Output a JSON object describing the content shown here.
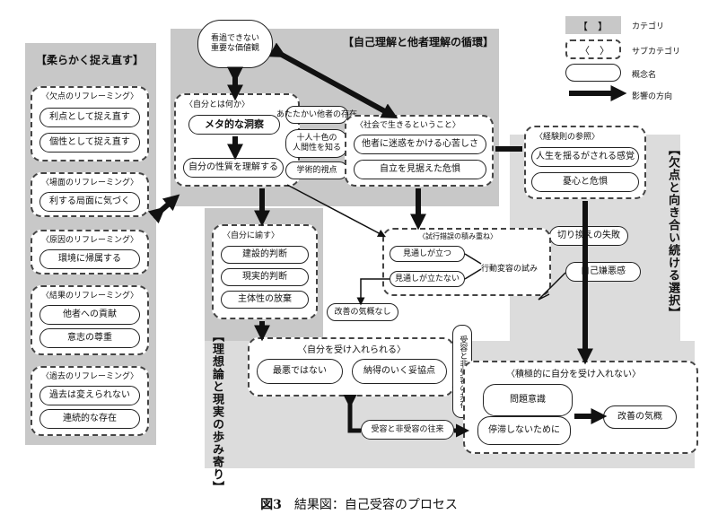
{
  "caption": {
    "fig": "図3",
    "text": "結果図：自己受容のプロセス"
  },
  "legend": {
    "category_symbol": "【　】",
    "category": "カテゴリ",
    "subcategory_symbol": "〈　〉",
    "subcategory": "サブカテゴリ",
    "concept": "概念名",
    "influence": "影響の方向"
  },
  "categories": {
    "reframe": "【柔らかく捉え直す】",
    "cycle": "【自己理解と他者理解の循環】",
    "confront": "【欠点と向き合い続ける選択】",
    "ideal": "【理想論と現実の歩み寄り】"
  },
  "reframe": {
    "sub1": "〈欠点のリフレーミング〉",
    "sub1_items": [
      "利点として捉え直す",
      "個性として捉え直す"
    ],
    "sub2": "〈場面のリフレーミング〉",
    "sub2_items": [
      "利する局面に気づく"
    ],
    "sub3": "〈原因のリフレーミング〉",
    "sub3_items": [
      "環境に帰属する"
    ],
    "sub4": "〈結果のリフレーミング〉",
    "sub4_items": [
      "他者への貢献",
      "意志の尊重"
    ],
    "sub5": "〈過去のリフレーミング〉",
    "sub5_items": [
      "過去は変えられない",
      "連続的な存在"
    ]
  },
  "cycle": {
    "unseen_value": "看過できない\n重要な価値観",
    "self_sub": "〈自分とは何か〉",
    "meta": "メタ的な洞察",
    "understand_self": "自分の性質を理解する",
    "warm_others": "あたたかい他者の存在",
    "diverse": "十人十色の\n人間性を知る",
    "academic": "学術的視点",
    "society_sub": "〈社会で生きるということ〉",
    "trouble_others": "他者に迷惑をかける心苦しさ",
    "independence": "自立を見据えた危惧"
  },
  "confront": {
    "experience_sub": "〈経験則の参照〉",
    "life_affected": "人生を揺るがされる感覚",
    "worry": "憂心と危惧",
    "switch_fail": "切り換えの失敗",
    "self_hatred": "自己嫌悪感"
  },
  "ideal": {
    "persuade_sub": "〈自分に諭す〉",
    "constructive": "建設的判断",
    "realistic": "現実的判断",
    "release": "主体性の放棄",
    "trial_sub": "〈試行錯誤の積み重ね〉",
    "prospect_yes": "見通しが立つ",
    "prospect_no": "見通しが立たない",
    "behavior_change": "行動変容の試み",
    "no_change": "改善の気概なし",
    "accept_sub": "〈自分を受け入れられる〉",
    "not_best": "最悪ではない",
    "compromise": "納得のいく妥協点",
    "reject_sub": "〈積極的に自分を受け入れない〉",
    "problem": "問題意識",
    "no_stagnation": "停滞しないために",
    "will_improve": "改善の気概",
    "coexist": "受容と非受容の共存",
    "back_forth": "受容と非受容の往来"
  }
}
